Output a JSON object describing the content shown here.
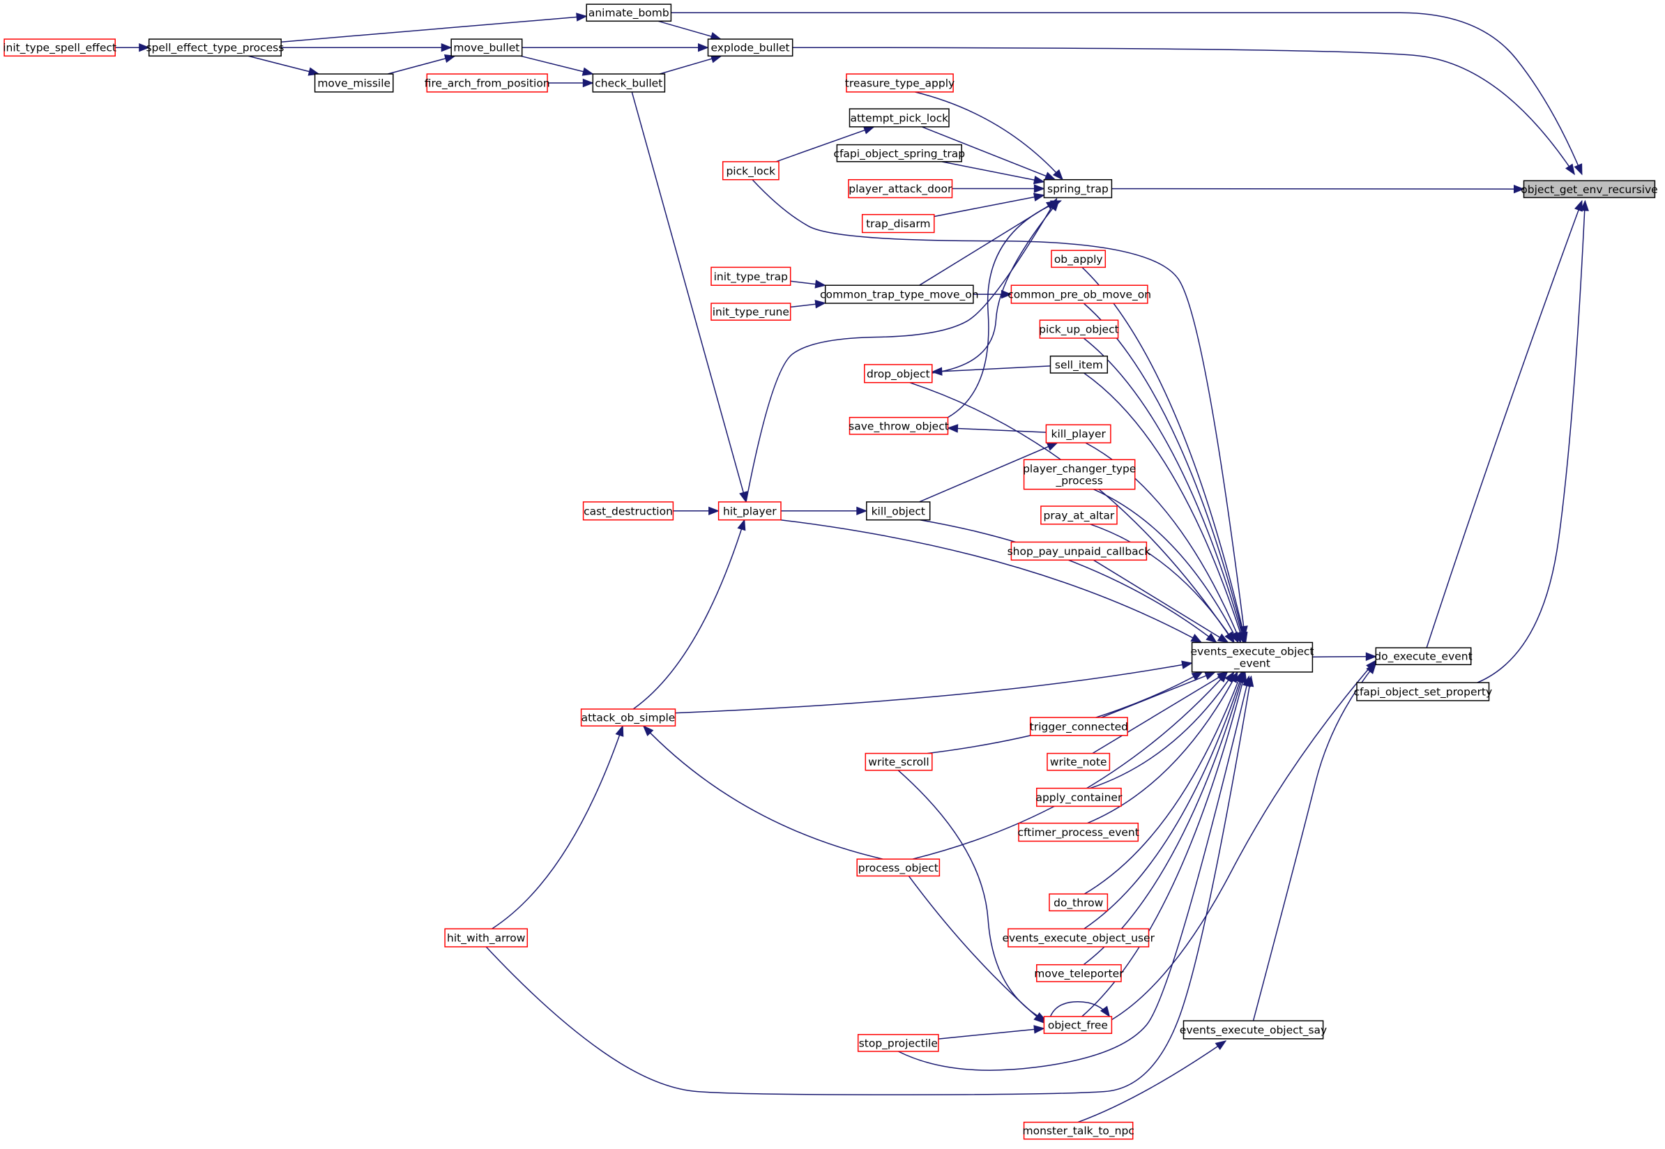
{
  "graph": {
    "colors": {
      "edge": "#191970",
      "node_border_default": "#000000",
      "node_border_truncated": "#ff0000",
      "node_fill_focus": "#bfbfbf",
      "node_fill": "#ffffff"
    },
    "nodes": [
      {
        "id": "object_get_env_recursive",
        "lines": [
          "object_get_env_recursive"
        ],
        "border": "black",
        "focus": true
      },
      {
        "id": "animate_bomb",
        "lines": [
          "animate_bomb"
        ],
        "border": "black"
      },
      {
        "id": "explode_bullet",
        "lines": [
          "explode_bullet"
        ],
        "border": "black"
      },
      {
        "id": "init_type_spell_effect",
        "lines": [
          "init_type_spell_effect"
        ],
        "border": "red"
      },
      {
        "id": "spell_effect_type_process",
        "lines": [
          "spell_effect_type_process"
        ],
        "border": "black"
      },
      {
        "id": "move_bullet",
        "lines": [
          "move_bullet"
        ],
        "border": "black"
      },
      {
        "id": "move_missile",
        "lines": [
          "move_missile"
        ],
        "border": "black"
      },
      {
        "id": "fire_arch_from_position",
        "lines": [
          "fire_arch_from_position"
        ],
        "border": "red"
      },
      {
        "id": "check_bullet",
        "lines": [
          "check_bullet"
        ],
        "border": "black"
      },
      {
        "id": "treasure_type_apply",
        "lines": [
          "treasure_type_apply"
        ],
        "border": "red"
      },
      {
        "id": "attempt_pick_lock",
        "lines": [
          "attempt_pick_lock"
        ],
        "border": "black"
      },
      {
        "id": "cfapi_object_spring_trap",
        "lines": [
          "cfapi_object_spring_trap"
        ],
        "border": "black"
      },
      {
        "id": "pick_lock",
        "lines": [
          "pick_lock"
        ],
        "border": "red"
      },
      {
        "id": "player_attack_door",
        "lines": [
          "player_attack_door"
        ],
        "border": "red"
      },
      {
        "id": "spring_trap",
        "lines": [
          "spring_trap"
        ],
        "border": "black"
      },
      {
        "id": "trap_disarm",
        "lines": [
          "trap_disarm"
        ],
        "border": "red"
      },
      {
        "id": "ob_apply",
        "lines": [
          "ob_apply"
        ],
        "border": "red"
      },
      {
        "id": "init_type_trap",
        "lines": [
          "init_type_trap"
        ],
        "border": "red"
      },
      {
        "id": "common_trap_type_move_on",
        "lines": [
          "common_trap_type_move_on"
        ],
        "border": "black"
      },
      {
        "id": "common_pre_ob_move_on",
        "lines": [
          "common_pre_ob_move_on"
        ],
        "border": "red"
      },
      {
        "id": "init_type_rune",
        "lines": [
          "init_type_rune"
        ],
        "border": "red"
      },
      {
        "id": "pick_up_object",
        "lines": [
          "pick_up_object"
        ],
        "border": "red"
      },
      {
        "id": "sell_item",
        "lines": [
          "sell_item"
        ],
        "border": "black"
      },
      {
        "id": "drop_object",
        "lines": [
          "drop_object"
        ],
        "border": "red"
      },
      {
        "id": "save_throw_object",
        "lines": [
          "save_throw_object"
        ],
        "border": "red"
      },
      {
        "id": "kill_player",
        "lines": [
          "kill_player"
        ],
        "border": "red"
      },
      {
        "id": "player_changer_type_process",
        "lines": [
          "player_changer_type",
          "_process"
        ],
        "border": "red"
      },
      {
        "id": "cast_destruction",
        "lines": [
          "cast_destruction"
        ],
        "border": "red"
      },
      {
        "id": "hit_player",
        "lines": [
          "hit_player"
        ],
        "border": "red"
      },
      {
        "id": "kill_object",
        "lines": [
          "kill_object"
        ],
        "border": "black"
      },
      {
        "id": "pray_at_altar",
        "lines": [
          "pray_at_altar"
        ],
        "border": "red"
      },
      {
        "id": "shop_pay_unpaid_callback",
        "lines": [
          "shop_pay_unpaid_callback"
        ],
        "border": "red"
      },
      {
        "id": "events_execute_object_event",
        "lines": [
          "events_execute_object",
          "_event"
        ],
        "border": "black"
      },
      {
        "id": "do_execute_event",
        "lines": [
          "do_execute_event"
        ],
        "border": "black"
      },
      {
        "id": "cfapi_object_set_property",
        "lines": [
          "cfapi_object_set_property"
        ],
        "border": "black"
      },
      {
        "id": "attack_ob_simple",
        "lines": [
          "attack_ob_simple"
        ],
        "border": "red"
      },
      {
        "id": "trigger_connected",
        "lines": [
          "trigger_connected"
        ],
        "border": "red"
      },
      {
        "id": "write_scroll",
        "lines": [
          "write_scroll"
        ],
        "border": "red"
      },
      {
        "id": "write_note",
        "lines": [
          "write_note"
        ],
        "border": "red"
      },
      {
        "id": "apply_container",
        "lines": [
          "apply_container"
        ],
        "border": "red"
      },
      {
        "id": "cftimer_process_event",
        "lines": [
          "cftimer_process_event"
        ],
        "border": "red"
      },
      {
        "id": "process_object",
        "lines": [
          "process_object"
        ],
        "border": "red"
      },
      {
        "id": "do_throw",
        "lines": [
          "do_throw"
        ],
        "border": "red"
      },
      {
        "id": "hit_with_arrow",
        "lines": [
          "hit_with_arrow"
        ],
        "border": "red"
      },
      {
        "id": "events_execute_object_user",
        "lines": [
          "events_execute_object_user"
        ],
        "border": "red"
      },
      {
        "id": "move_teleporter",
        "lines": [
          "move_teleporter"
        ],
        "border": "red"
      },
      {
        "id": "object_free",
        "lines": [
          "object_free"
        ],
        "border": "red"
      },
      {
        "id": "stop_projectile",
        "lines": [
          "stop_projectile"
        ],
        "border": "red"
      },
      {
        "id": "events_execute_object_say",
        "lines": [
          "events_execute_object_say"
        ],
        "border": "black"
      },
      {
        "id": "monster_talk_to_npc",
        "lines": [
          "monster_talk_to_npc"
        ],
        "border": "red"
      }
    ],
    "edges": [
      {
        "from": "animate_bomb",
        "to": "object_get_env_recursive"
      },
      {
        "from": "explode_bullet",
        "to": "object_get_env_recursive"
      },
      {
        "from": "spring_trap",
        "to": "object_get_env_recursive"
      },
      {
        "from": "do_execute_event",
        "to": "object_get_env_recursive"
      },
      {
        "from": "cfapi_object_set_property",
        "to": "object_get_env_recursive"
      },
      {
        "from": "spell_effect_type_process",
        "to": "animate_bomb"
      },
      {
        "from": "init_type_spell_effect",
        "to": "spell_effect_type_process"
      },
      {
        "from": "animate_bomb",
        "to": "explode_bullet"
      },
      {
        "from": "spell_effect_type_process",
        "to": "move_bullet"
      },
      {
        "from": "move_bullet",
        "to": "explode_bullet"
      },
      {
        "from": "check_bullet",
        "to": "explode_bullet"
      },
      {
        "from": "spell_effect_type_process",
        "to": "move_missile"
      },
      {
        "from": "move_missile",
        "to": "move_bullet"
      },
      {
        "from": "move_bullet",
        "to": "check_bullet"
      },
      {
        "from": "fire_arch_from_position",
        "to": "check_bullet"
      },
      {
        "from": "check_bullet",
        "to": "hit_player"
      },
      {
        "from": "treasure_type_apply",
        "to": "spring_trap"
      },
      {
        "from": "attempt_pick_lock",
        "to": "spring_trap"
      },
      {
        "from": "cfapi_object_spring_trap",
        "to": "spring_trap"
      },
      {
        "from": "player_attack_door",
        "to": "spring_trap"
      },
      {
        "from": "trap_disarm",
        "to": "spring_trap"
      },
      {
        "from": "common_trap_type_move_on",
        "to": "spring_trap"
      },
      {
        "from": "hit_player",
        "to": "spring_trap"
      },
      {
        "from": "drop_object",
        "to": "spring_trap"
      },
      {
        "from": "save_throw_object",
        "to": "spring_trap"
      },
      {
        "from": "pick_lock",
        "to": "attempt_pick_lock"
      },
      {
        "from": "init_type_trap",
        "to": "common_trap_type_move_on"
      },
      {
        "from": "init_type_rune",
        "to": "common_trap_type_move_on"
      },
      {
        "from": "common_trap_type_move_on",
        "to": "common_pre_ob_move_on"
      },
      {
        "from": "sell_item",
        "to": "drop_object"
      },
      {
        "from": "kill_player",
        "to": "save_throw_object"
      },
      {
        "from": "kill_object",
        "to": "kill_player"
      },
      {
        "from": "hit_player",
        "to": "kill_object"
      },
      {
        "from": "cast_destruction",
        "to": "hit_player"
      },
      {
        "from": "attack_ob_simple",
        "to": "hit_player"
      },
      {
        "from": "hit_with_arrow",
        "to": "attack_ob_simple"
      },
      {
        "from": "process_object",
        "to": "attack_ob_simple"
      },
      {
        "from": "process_object",
        "to": "object_free"
      },
      {
        "from": "write_scroll",
        "to": "object_free"
      },
      {
        "from": "object_free",
        "to": "object_free"
      },
      {
        "from": "stop_projectile",
        "to": "object_free"
      },
      {
        "from": "events_execute_object_event",
        "to": "do_execute_event"
      },
      {
        "from": "events_execute_object_say",
        "to": "do_execute_event"
      },
      {
        "from": "object_free",
        "to": "do_execute_event"
      },
      {
        "from": "monster_talk_to_npc",
        "to": "events_execute_object_say"
      },
      {
        "from": "pick_lock",
        "to": "events_execute_object_event"
      },
      {
        "from": "ob_apply",
        "to": "events_execute_object_event"
      },
      {
        "from": "common_pre_ob_move_on",
        "to": "events_execute_object_event"
      },
      {
        "from": "pick_up_object",
        "to": "events_execute_object_event"
      },
      {
        "from": "sell_item",
        "to": "events_execute_object_event"
      },
      {
        "from": "drop_object",
        "to": "events_execute_object_event"
      },
      {
        "from": "kill_player",
        "to": "events_execute_object_event"
      },
      {
        "from": "player_changer_type_process",
        "to": "events_execute_object_event"
      },
      {
        "from": "pray_at_altar",
        "to": "events_execute_object_event"
      },
      {
        "from": "shop_pay_unpaid_callback",
        "to": "events_execute_object_event"
      },
      {
        "from": "kill_object",
        "to": "events_execute_object_event"
      },
      {
        "from": "hit_player",
        "to": "events_execute_object_event"
      },
      {
        "from": "attack_ob_simple",
        "to": "events_execute_object_event"
      },
      {
        "from": "write_scroll",
        "to": "events_execute_object_event"
      },
      {
        "from": "trigger_connected",
        "to": "events_execute_object_event"
      },
      {
        "from": "write_note",
        "to": "events_execute_object_event"
      },
      {
        "from": "apply_container",
        "to": "events_execute_object_event"
      },
      {
        "from": "cftimer_process_event",
        "to": "events_execute_object_event"
      },
      {
        "from": "process_object",
        "to": "events_execute_object_event"
      },
      {
        "from": "do_throw",
        "to": "events_execute_object_event"
      },
      {
        "from": "events_execute_object_user",
        "to": "events_execute_object_event"
      },
      {
        "from": "move_teleporter",
        "to": "events_execute_object_event"
      },
      {
        "from": "object_free",
        "to": "events_execute_object_event"
      },
      {
        "from": "stop_projectile",
        "to": "events_execute_object_event"
      },
      {
        "from": "hit_with_arrow",
        "to": "events_execute_object_event"
      }
    ]
  }
}
